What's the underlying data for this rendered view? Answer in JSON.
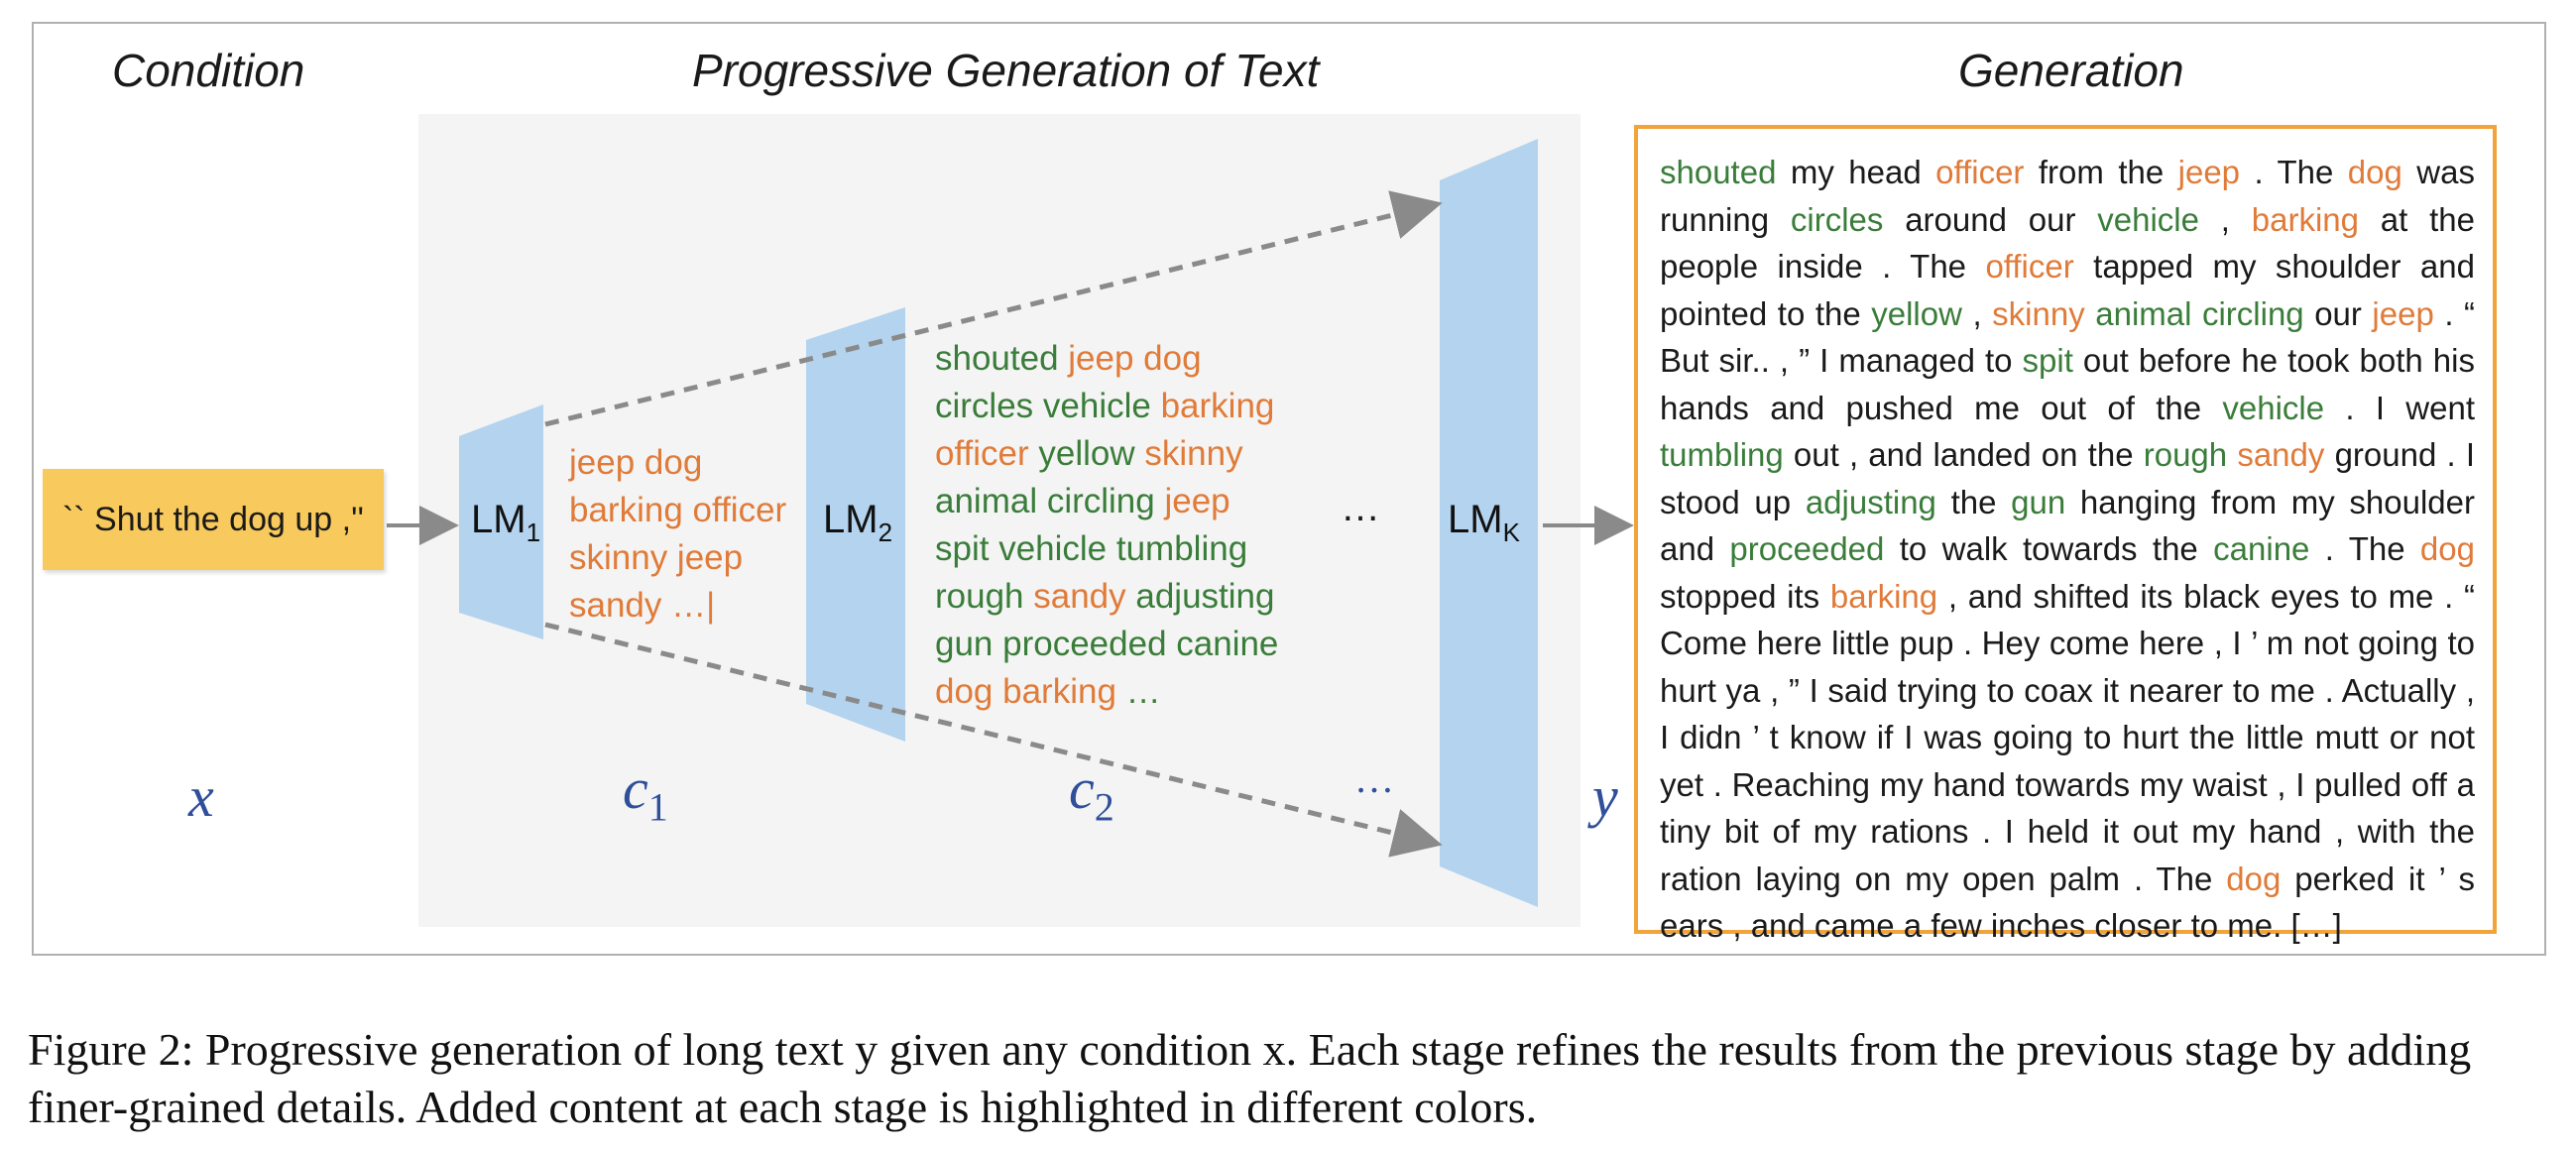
{
  "headings": {
    "condition": "Condition",
    "progressive": "Progressive Generation of Text",
    "generation": "Generation"
  },
  "condition_text": "`` Shut the dog up ,''",
  "models": {
    "lm1": "LM",
    "lm1_sub": "1",
    "lm2": "LM",
    "lm2_sub": "2",
    "lmk": "LM",
    "lmk_sub": "K",
    "dots": "…"
  },
  "stage1": {
    "lines": [
      [
        {
          "t": "jeep dog",
          "c": "og"
        }
      ],
      [
        {
          "t": "barking officer",
          "c": "og"
        }
      ],
      [
        {
          "t": "skinny jeep",
          "c": "og"
        }
      ],
      [
        {
          "t": "sandy …|",
          "c": "og"
        }
      ]
    ]
  },
  "stage2": {
    "lines": [
      [
        {
          "t": "shouted ",
          "c": "gr"
        },
        {
          "t": "jeep dog",
          "c": "og"
        }
      ],
      [
        {
          "t": "circles vehicle ",
          "c": "gr"
        },
        {
          "t": "barking",
          "c": "og"
        }
      ],
      [
        {
          "t": "officer ",
          "c": "og"
        },
        {
          "t": "yellow ",
          "c": "gr"
        },
        {
          "t": "skinny",
          "c": "og"
        }
      ],
      [
        {
          "t": "animal circling ",
          "c": "gr"
        },
        {
          "t": "jeep",
          "c": "og"
        }
      ],
      [
        {
          "t": "spit vehicle tumbling",
          "c": "gr"
        }
      ],
      [
        {
          "t": "rough ",
          "c": "gr"
        },
        {
          "t": "sandy ",
          "c": "og"
        },
        {
          "t": "adjusting",
          "c": "gr"
        }
      ],
      [
        {
          "t": "gun proceeded canine",
          "c": "gr"
        }
      ],
      [
        {
          "t": "dog barking",
          "c": "og"
        },
        {
          "t": "       …",
          "c": "gr"
        }
      ]
    ]
  },
  "variables": {
    "x": "x",
    "c1": "c",
    "c1_sub": "1",
    "c2": "c",
    "c2_sub": "2",
    "dots": "…",
    "y": "y"
  },
  "generation_text": [
    {
      "t": "shouted",
      "c": "gr"
    },
    {
      "t": " my head ",
      "c": "blk"
    },
    {
      "t": "officer",
      "c": "og"
    },
    {
      "t": " from the ",
      "c": "blk"
    },
    {
      "t": "jeep",
      "c": "og"
    },
    {
      "t": " . The ",
      "c": "blk"
    },
    {
      "t": "dog",
      "c": "og"
    },
    {
      "t": " was running ",
      "c": "blk"
    },
    {
      "t": "circles",
      "c": "gr"
    },
    {
      "t": " around our ",
      "c": "blk"
    },
    {
      "t": "vehicle",
      "c": "gr"
    },
    {
      "t": " , ",
      "c": "blk"
    },
    {
      "t": "barking",
      "c": "og"
    },
    {
      "t": " at the people inside . The ",
      "c": "blk"
    },
    {
      "t": "officer",
      "c": "og"
    },
    {
      "t": " tapped my shoulder and pointed to the ",
      "c": "blk"
    },
    {
      "t": "yellow",
      "c": "gr"
    },
    {
      "t": " , ",
      "c": "blk"
    },
    {
      "t": "skinny",
      "c": "og"
    },
    {
      "t": " ",
      "c": "blk"
    },
    {
      "t": "animal circling",
      "c": "gr"
    },
    {
      "t": " our ",
      "c": "blk"
    },
    {
      "t": "jeep",
      "c": "og"
    },
    {
      "t": " .  “ But sir.. , ” I managed to ",
      "c": "blk"
    },
    {
      "t": "spit",
      "c": "gr"
    },
    {
      "t": " out before he took both his hands and pushed me out of the ",
      "c": "blk"
    },
    {
      "t": "vehicle",
      "c": "gr"
    },
    {
      "t": " . I went ",
      "c": "blk"
    },
    {
      "t": "tumbling",
      "c": "gr"
    },
    {
      "t": " out , and landed on the ",
      "c": "blk"
    },
    {
      "t": "rough",
      "c": "gr"
    },
    {
      "t": " ",
      "c": "blk"
    },
    {
      "t": "sandy",
      "c": "og"
    },
    {
      "t": " ground . I stood up ",
      "c": "blk"
    },
    {
      "t": "adjusting",
      "c": "gr"
    },
    {
      "t": " the ",
      "c": "blk"
    },
    {
      "t": "gun",
      "c": "gr"
    },
    {
      "t": " hanging from my shoulder and ",
      "c": "blk"
    },
    {
      "t": "proceeded",
      "c": "gr"
    },
    {
      "t": " to walk towards the ",
      "c": "blk"
    },
    {
      "t": "canine",
      "c": "gr"
    },
    {
      "t": " . The ",
      "c": "blk"
    },
    {
      "t": "dog",
      "c": "og"
    },
    {
      "t": " stopped its ",
      "c": "blk"
    },
    {
      "t": "barking",
      "c": "og"
    },
    {
      "t": " , and shifted its black eyes to me .  “ Come here little pup . Hey come here , I ’ m not going to hurt ya , ” I said trying to coax it nearer to me . Actually , I didn ’ t know if I was going to hurt the little mutt or not yet . Reaching my hand towards my waist , I pulled off a tiny bit of my rations . I held it out my hand , with the ration laying on my open palm . The ",
      "c": "blk"
    },
    {
      "t": "dog",
      "c": "og"
    },
    {
      "t": " perked it ’ s ears , and came a few inches closer to me. […]",
      "c": "blk"
    }
  ],
  "caption": "Figure 2: Progressive generation of long text y given any condition x. Each stage refines the results from the previous stage by adding finer-grained details. Added content at each stage is highlighted in different colors.",
  "colors": {
    "orange_text": "#e07b39",
    "green_text": "#3a7d3a",
    "lm_blue": "#b3d3ee",
    "condition_box": "#f8c95c",
    "generation_border": "#f2a33a",
    "variable_blue": "#2f4f9b"
  }
}
